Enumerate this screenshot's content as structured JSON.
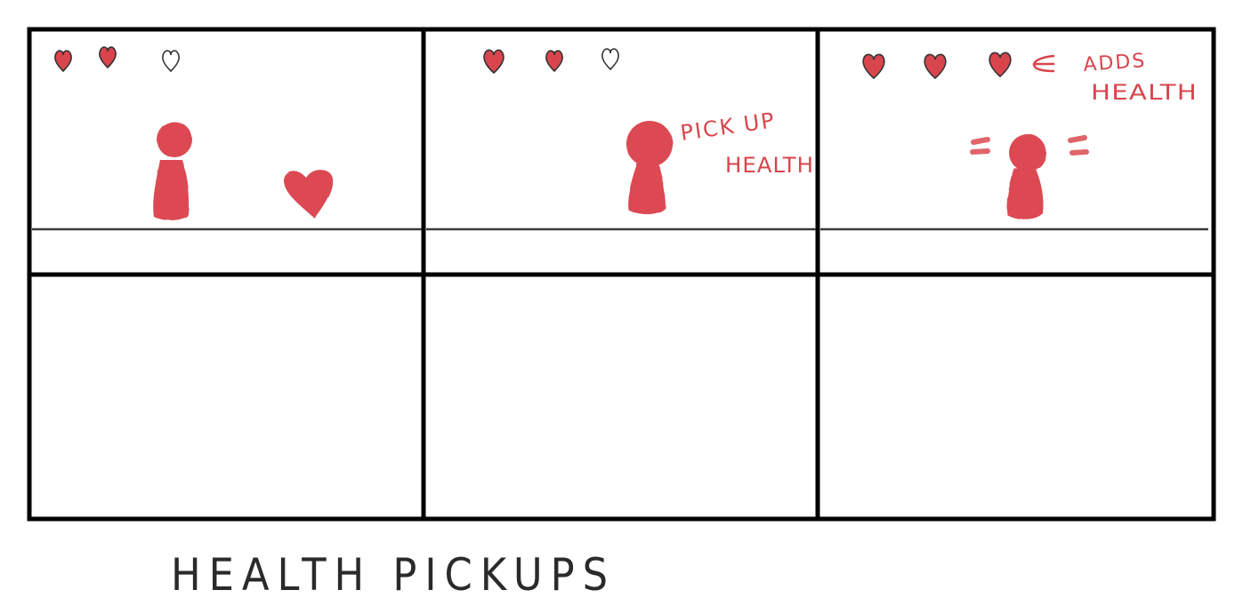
{
  "title": "HEALTH PICKUPS",
  "colors": {
    "figure": "#dc4a52",
    "heart_full": "#d9454d",
    "heart_outline": "#2b2b2b",
    "frame": "#000000",
    "ground": "#3a3a3a"
  },
  "panels": [
    {
      "hearts": [
        "full",
        "full",
        "empty"
      ],
      "annotation": [],
      "pickup": "heart-icon"
    },
    {
      "hearts": [
        "full",
        "full",
        "empty"
      ],
      "annotation": [
        "PICK UP",
        "HEALTH"
      ]
    },
    {
      "hearts": [
        "full",
        "full",
        "full"
      ],
      "pointer": "arrow-left-icon",
      "annotation": [
        "ADDS",
        "HEALTH"
      ]
    },
    {
      "hearts": [],
      "annotation": []
    },
    {
      "hearts": [],
      "annotation": []
    },
    {
      "hearts": [],
      "annotation": []
    }
  ]
}
